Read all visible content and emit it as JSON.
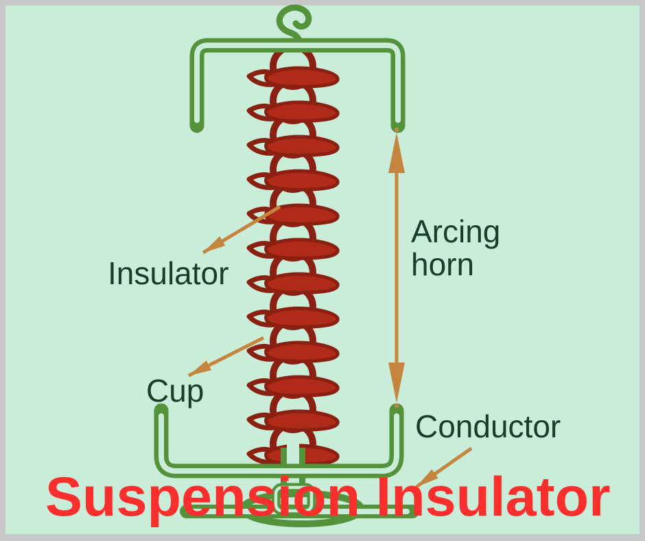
{
  "diagram": {
    "title": "Suspension Insulator",
    "labels": {
      "insulator": "Insulator",
      "cup": "Cup",
      "arcing_horn": "Arcing horn",
      "conductor": "Conductor"
    },
    "disc_count": 12,
    "colors": {
      "background": "#c9edd9",
      "outer_frame_gray": "#c8c8c8",
      "structure_green": "#55923c",
      "label_text_green": "#153f28",
      "arrow_orange": "#c6853e",
      "disc_red": "#af2a18",
      "disc_outline_dark_red": "#8a2012",
      "title_red": "#f92f2e"
    }
  }
}
